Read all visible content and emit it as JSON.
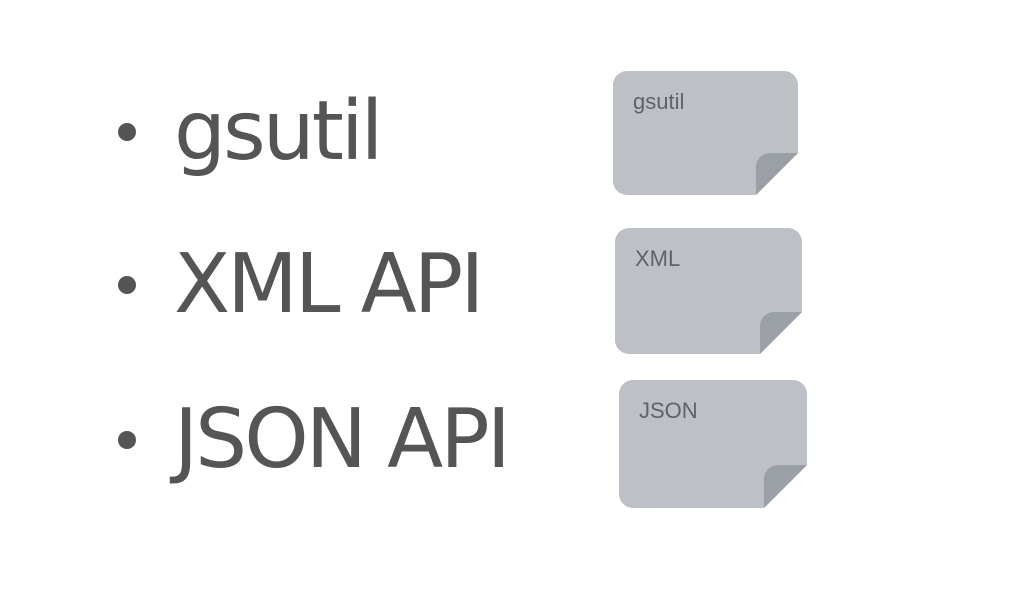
{
  "diagram": {
    "items": [
      {
        "label": "gsutil",
        "card_label": "gsutil"
      },
      {
        "label": "XML API",
        "card_label": "XML"
      },
      {
        "label": "JSON API",
        "card_label": "JSON"
      }
    ]
  },
  "colors": {
    "text": "#555555",
    "card_fill": "#bdc1c6",
    "card_fold": "#9aa0a6",
    "card_fold_shadow": "#80868b",
    "card_label": "#5f6368"
  }
}
